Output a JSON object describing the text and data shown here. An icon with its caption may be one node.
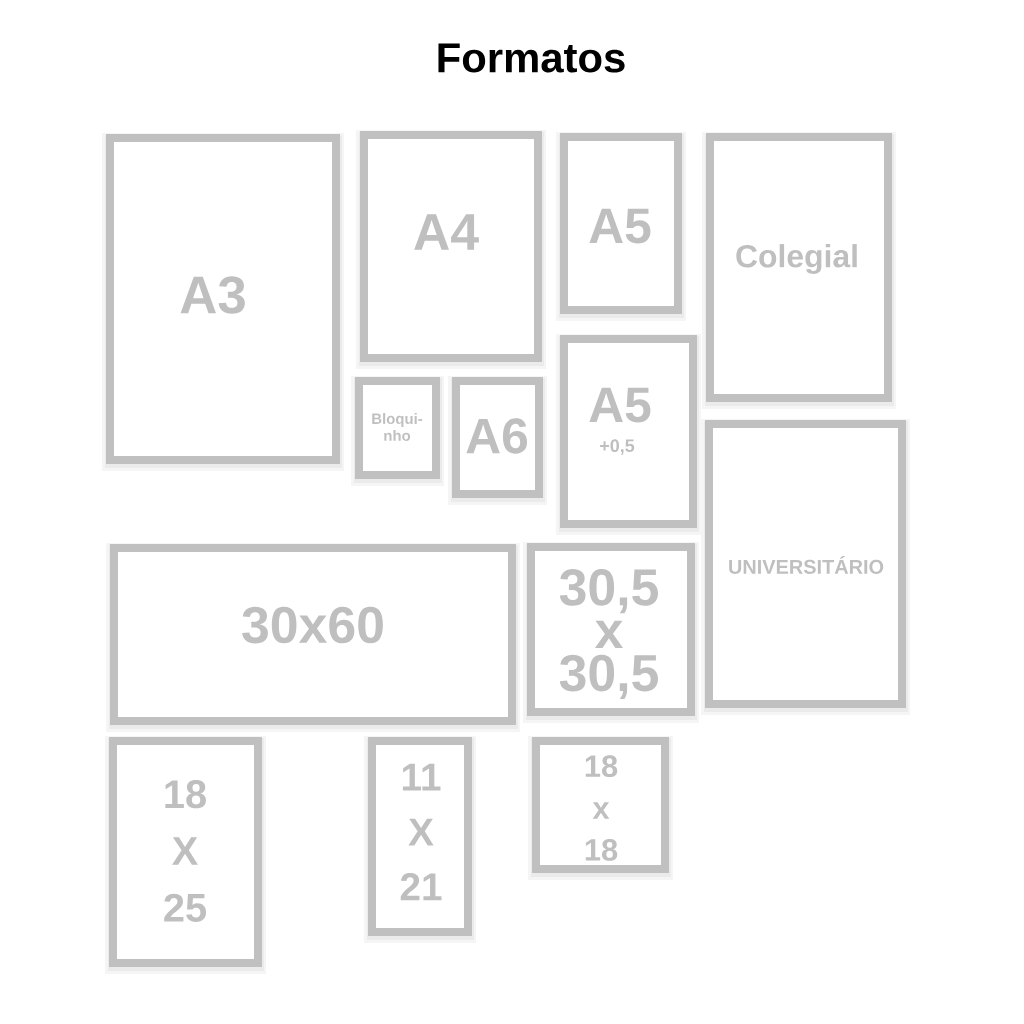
{
  "diagram": {
    "title": "Formatos",
    "nodes": [
      {
        "text": [
          "A3"
        ]
      },
      {
        "text": [
          "A4"
        ]
      },
      {
        "text": [
          "A5"
        ]
      },
      {
        "text": [
          "Colegial"
        ]
      },
      {
        "text": [
          "Bloqui- nho"
        ]
      },
      {
        "text": [
          "A6"
        ]
      },
      {
        "text": [
          "A5",
          "+0,5"
        ]
      },
      {
        "text": [
          "UNIVERSITÁRIO"
        ]
      },
      {
        "text": [
          "30x60"
        ]
      },
      {
        "text": [
          "30,5 x 30,5"
        ]
      },
      {
        "text": [
          "18 X 25"
        ]
      },
      {
        "text": [
          "11 X 21"
        ]
      },
      {
        "text": [
          "18 x 18"
        ]
      }
    ]
  }
}
